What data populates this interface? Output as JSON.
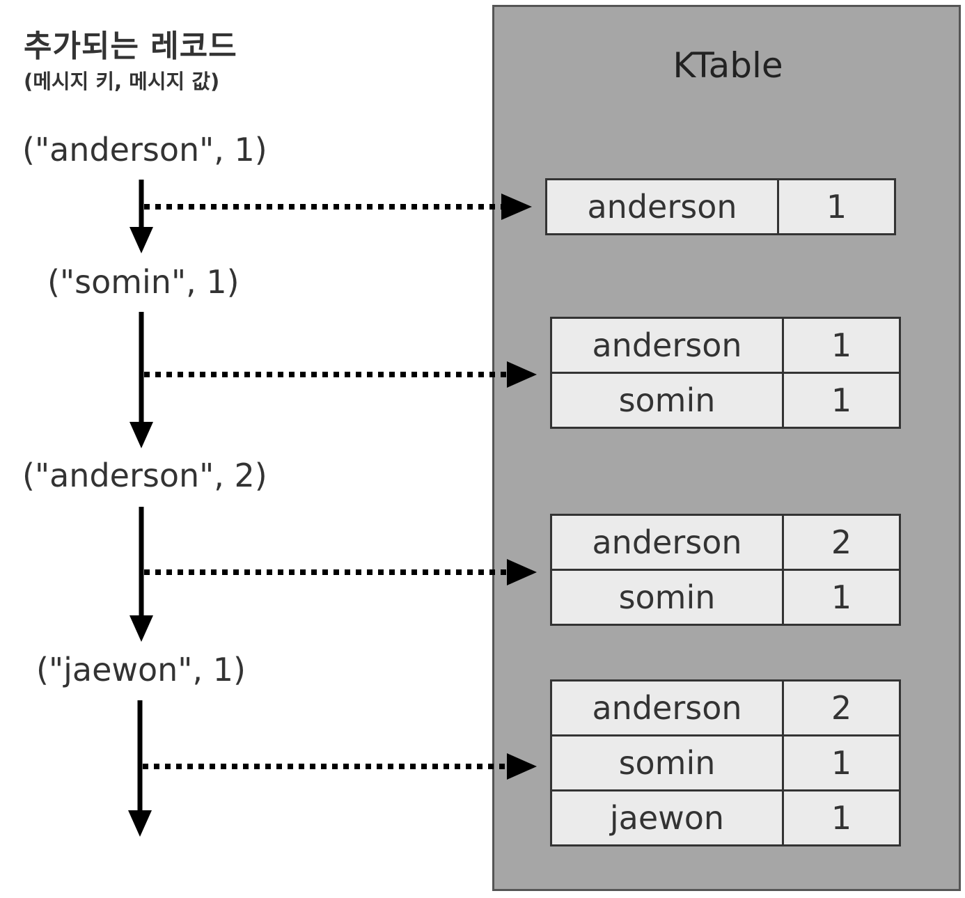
{
  "header": {
    "title": "추가되는 레코드",
    "subtitle": "(메시지 키, 메시지 값)"
  },
  "records": [
    {
      "text": "(\"anderson\", 1)"
    },
    {
      "text": "(\"somin\", 1)"
    },
    {
      "text": "(\"anderson\", 2)"
    },
    {
      "text": "(\"jaewon\", 1)"
    }
  ],
  "ktable": {
    "title": "KTable",
    "states": [
      {
        "rows": [
          {
            "key": "anderson",
            "value": "1"
          }
        ]
      },
      {
        "rows": [
          {
            "key": "anderson",
            "value": "1"
          },
          {
            "key": "somin",
            "value": "1"
          }
        ]
      },
      {
        "rows": [
          {
            "key": "anderson",
            "value": "2"
          },
          {
            "key": "somin",
            "value": "1"
          }
        ]
      },
      {
        "rows": [
          {
            "key": "anderson",
            "value": "2"
          },
          {
            "key": "somin",
            "value": "1"
          },
          {
            "key": "jaewon",
            "value": "1"
          }
        ]
      }
    ]
  }
}
